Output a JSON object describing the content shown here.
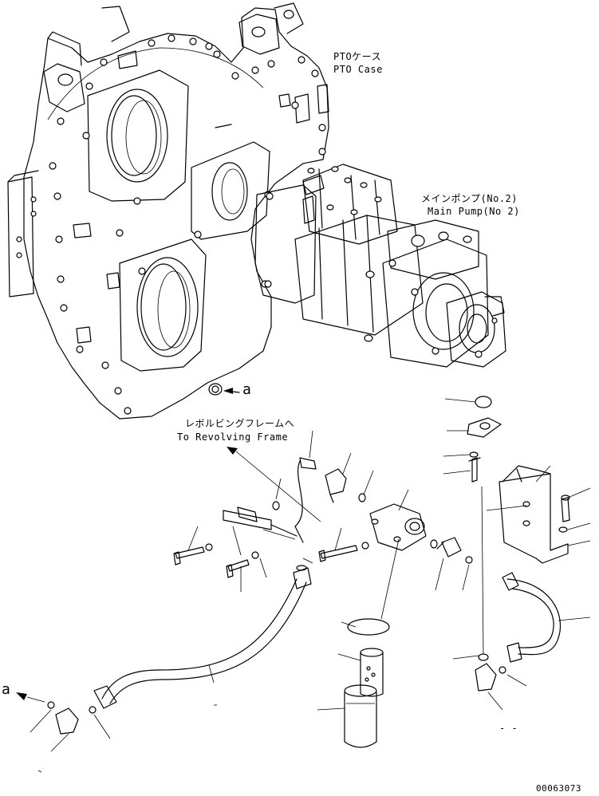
{
  "labels": {
    "pto_case_jp": "PTOケース",
    "pto_case_en": "PTO Case",
    "main_pump_jp": "メインポンプ(No.2)",
    "main_pump_en": "Main Pump(No 2)",
    "revolving_frame_jp": "レボルビングフレームへ",
    "revolving_frame_en": "To Revolving Frame",
    "ref_mark_top": "a",
    "ref_mark_bottom": "a",
    "drawing_number": "00063073",
    "dash_marks": "- -"
  }
}
